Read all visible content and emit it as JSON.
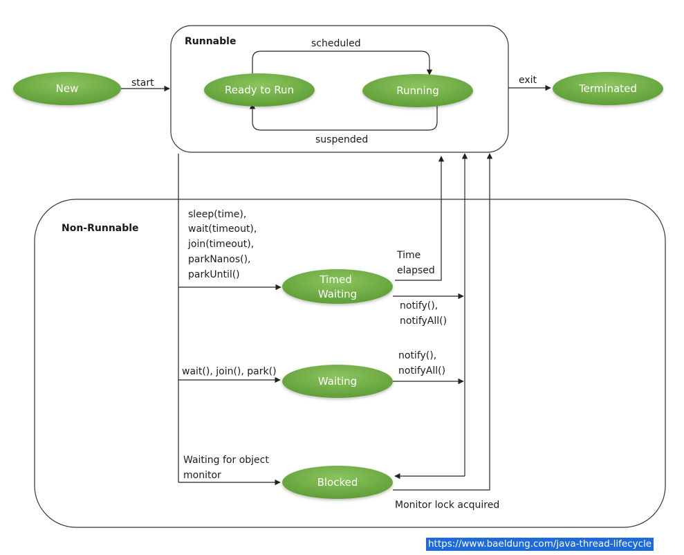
{
  "groups": {
    "runnable": "Runnable",
    "non_runnable": "Non-Runnable"
  },
  "states": {
    "new": "New",
    "ready": "Ready to Run",
    "running": "Running",
    "terminated": "Terminated",
    "timed_waiting": [
      "Timed",
      "Waiting"
    ],
    "waiting": "Waiting",
    "blocked": "Blocked"
  },
  "transitions": {
    "start": "start",
    "scheduled": "scheduled",
    "suspended": "suspended",
    "exit": "exit",
    "timed_calls": [
      "sleep(time),",
      "wait(timeout),",
      "join(timeout),",
      "parkNanos(),",
      "parkUntil()"
    ],
    "wait_calls": "wait(), join(), park()",
    "monitor_wait": [
      "Waiting for object",
      "monitor"
    ],
    "time_elapsed": [
      "Time",
      "elapsed"
    ],
    "notify_timed": [
      "notify(),",
      "notifyAll()"
    ],
    "notify_waiting": [
      "notify(),",
      "notifyAll()"
    ],
    "lock_acquired": "Monitor lock acquired"
  },
  "source_url": "https://www.baeldung.com/java-thread-lifecycle",
  "colors": {
    "state_fill": "#70ad47",
    "state_fill_light": "#8cc45f",
    "link_bg": "#1e6ad9"
  }
}
